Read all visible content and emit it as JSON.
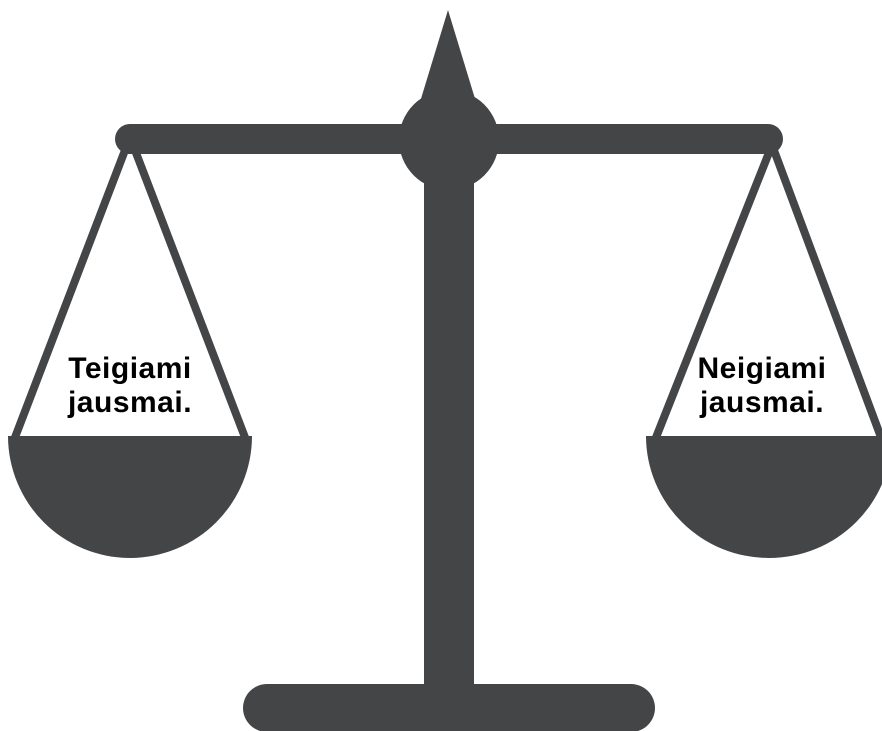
{
  "colors": {
    "scale": "#444547",
    "background": "#ffffff",
    "label_text": "#000000"
  },
  "left_pan": {
    "line1": "Teigiami",
    "line2": "jausmai."
  },
  "right_pan": {
    "line1": "Neigiami",
    "line2": "jausmai."
  }
}
